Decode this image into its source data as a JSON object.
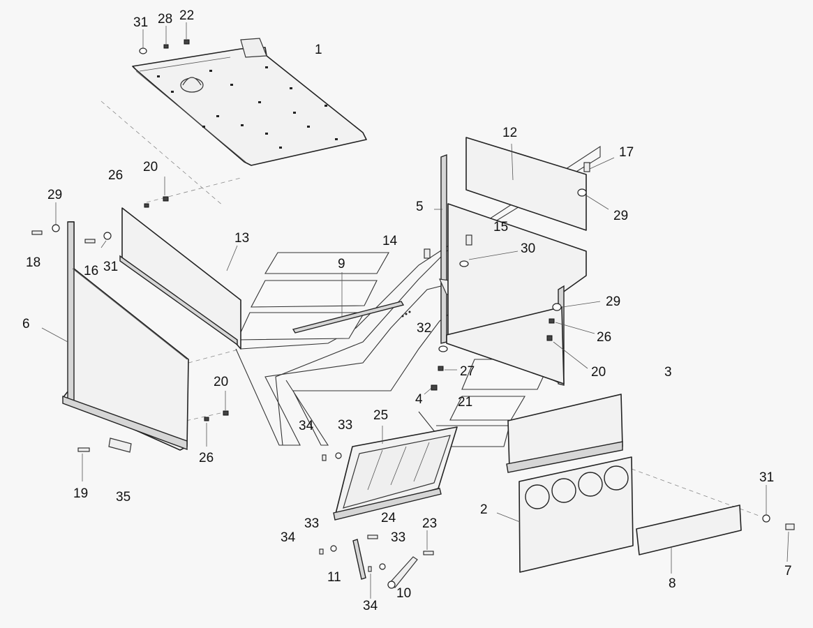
{
  "labels": {
    "l1": "1",
    "l2": "2",
    "l3": "3",
    "l4": "4",
    "l5": "5",
    "l6": "6",
    "l7": "7",
    "l8": "8",
    "l9": "9",
    "l10": "10",
    "l11": "11",
    "l12": "12",
    "l13": "13",
    "l14": "14",
    "l15": "15",
    "l16": "16",
    "l17": "17",
    "l18": "18",
    "l19": "19",
    "l20a": "20",
    "l20b": "20",
    "l20c": "20",
    "l21": "21",
    "l22": "22",
    "l23": "23",
    "l24": "24",
    "l25": "25",
    "l26a": "26",
    "l26b": "26",
    "l26c": "26",
    "l27": "27",
    "l28": "28",
    "l29a": "29",
    "l29b": "29",
    "l29c": "29",
    "l30": "30",
    "l31a": "31",
    "l31b": "31",
    "l31c": "31",
    "l32": "32",
    "l33a": "33",
    "l33b": "33",
    "l33c": "33",
    "l34a": "34",
    "l34b": "34",
    "l34c": "34",
    "l35": "35"
  },
  "colors": {
    "line": "#222222",
    "background": "#f7f7f7"
  }
}
